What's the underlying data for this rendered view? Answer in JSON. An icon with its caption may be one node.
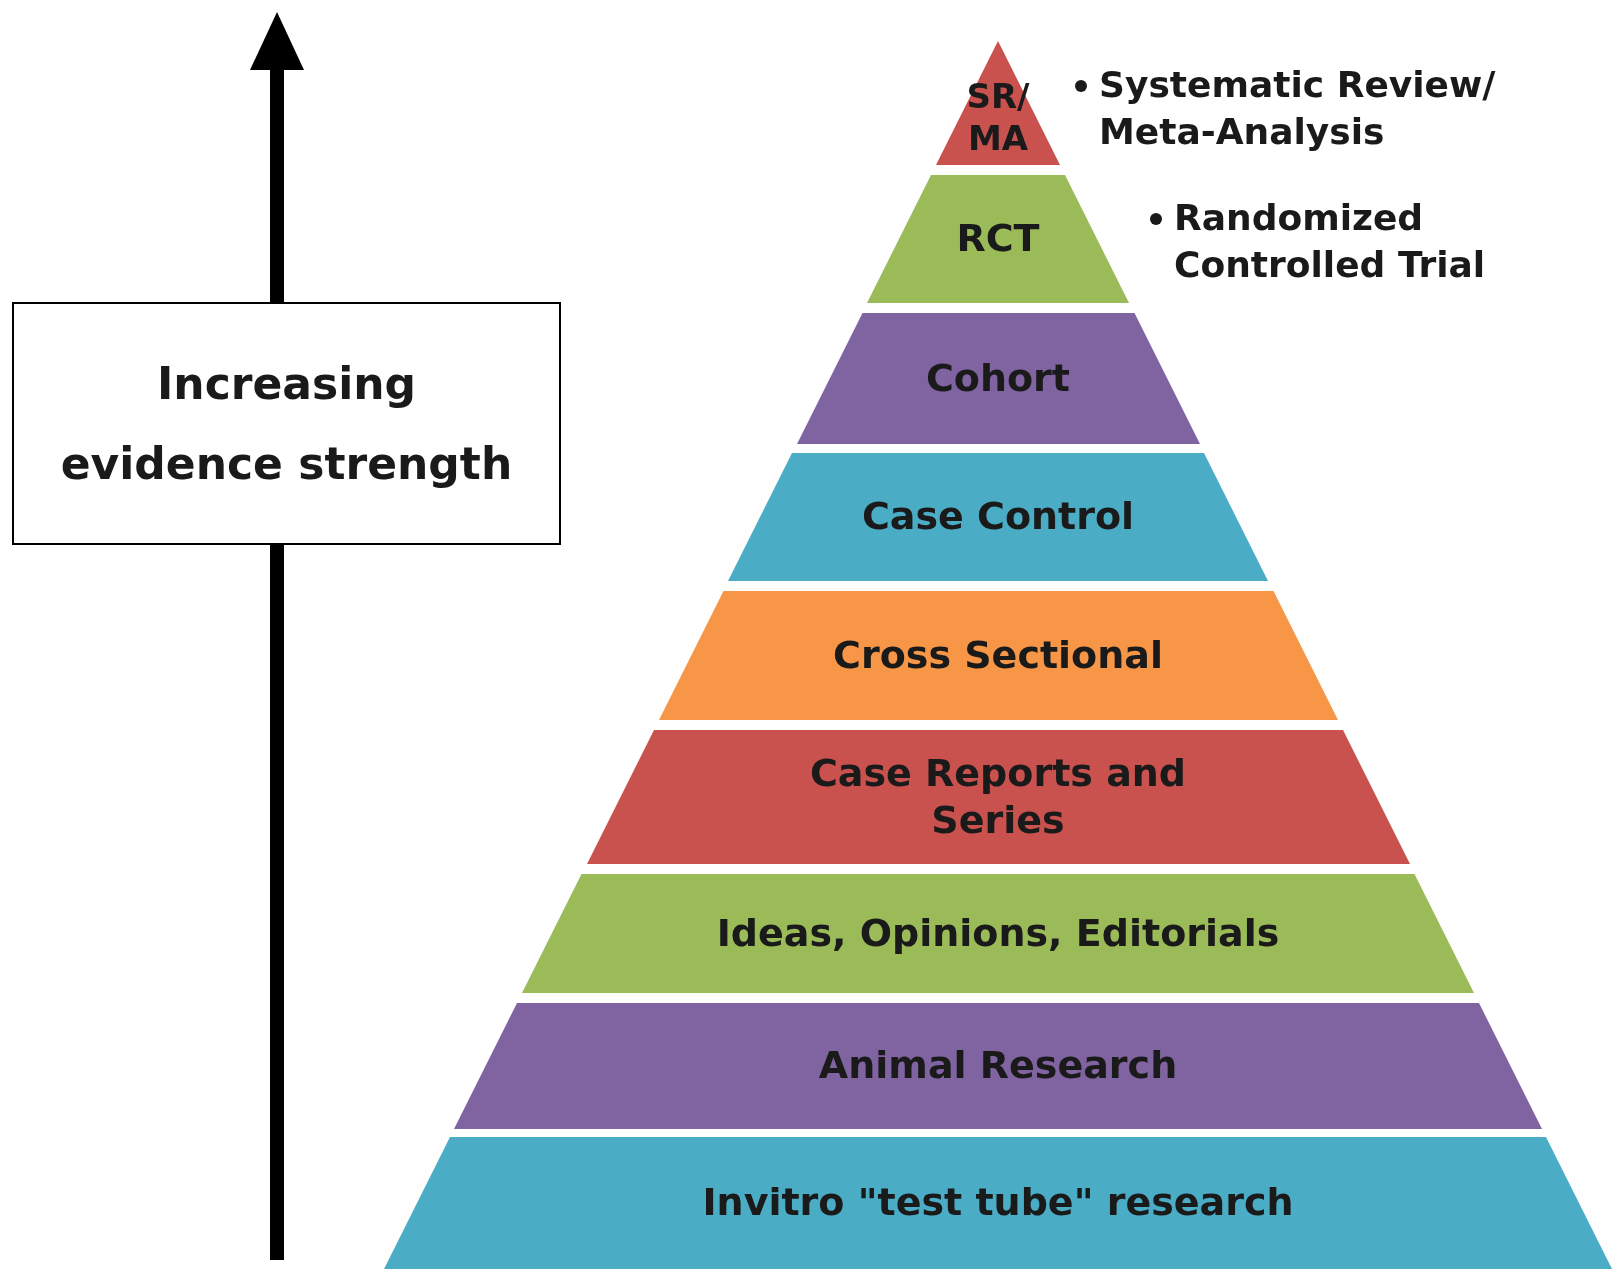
{
  "diagram": {
    "nodes": [
      {
        "text": [
          "Increasing evidence strength"
        ]
      },
      {
        "text": [
          "SR/ MA"
        ],
        "beside": [
          "Systematic Review/ Meta-Analysis"
        ]
      },
      {
        "text": [
          "RCT"
        ],
        "beside": [
          "Randomized Controlled Trial"
        ]
      },
      {
        "text": [
          "Cohort"
        ]
      },
      {
        "text": [
          "Case Control"
        ]
      },
      {
        "text": [
          "Cross Sectional"
        ]
      },
      {
        "text": [
          "Case Reports and Series"
        ]
      },
      {
        "text": [
          "Ideas, Opinions, Editorials"
        ]
      },
      {
        "text": [
          "Animal Research"
        ]
      },
      {
        "text": [
          "Invitro \"test tube\" research"
        ]
      }
    ]
  }
}
